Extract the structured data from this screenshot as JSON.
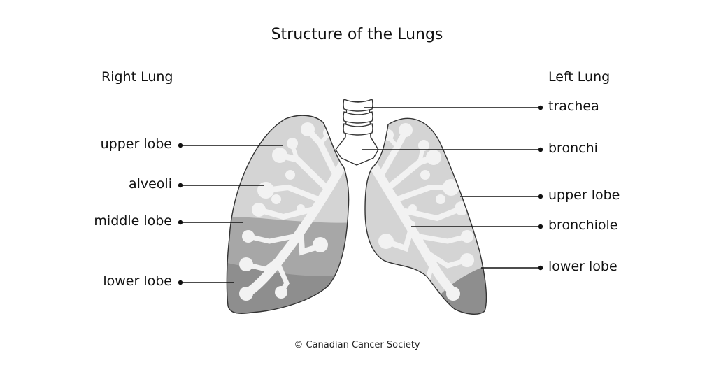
{
  "title": "Structure of the Lungs",
  "headings": {
    "right_lung": "Right Lung",
    "left_lung": "Left Lung"
  },
  "labels_left": {
    "upper_lobe": "upper lobe",
    "alveoli": "alveoli",
    "middle_lobe": "middle lobe",
    "lower_lobe": "lower lobe"
  },
  "labels_right": {
    "trachea": "trachea",
    "bronchi": "bronchi",
    "upper_lobe": "upper lobe",
    "bronchiole": "bronchiole",
    "lower_lobe": "lower lobe"
  },
  "credit": "© Canadian Cancer Society",
  "colors": {
    "lung_light": "#d4d4d4",
    "lung_dark": "#8e8e8e",
    "airway": "#f2f2f2",
    "outline": "#333333",
    "leader": "#111111"
  }
}
